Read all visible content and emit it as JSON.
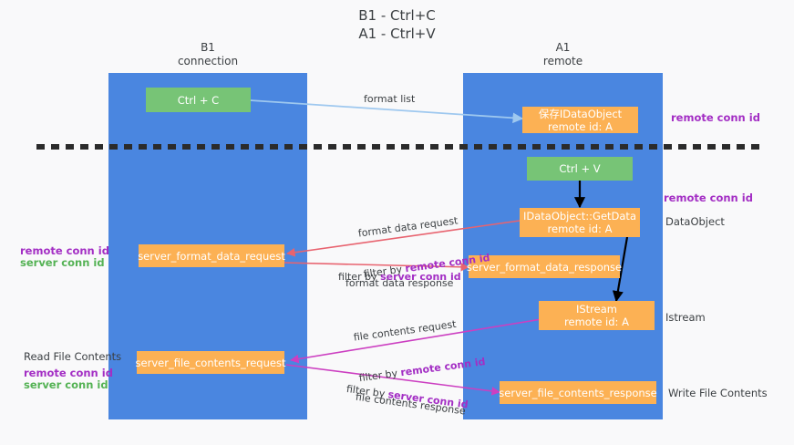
{
  "diagram": {
    "title": "B1 - Ctrl+C\nA1 - Ctrl+V",
    "columns": [
      {
        "id": "b1",
        "name": "B1",
        "role": "connection",
        "header": "B1\nconnection",
        "color": "#4a86e0"
      },
      {
        "id": "a1",
        "name": "A1",
        "role": "remote",
        "header": "A1\nremote",
        "color": "#4a86e0"
      }
    ],
    "colors": {
      "column_blue": "#4a86e0",
      "green_box": "#77c476",
      "orange_box": "#fcb154",
      "purple_key": "#a32ec4",
      "green_key": "#54b254",
      "arrow_blue": "#9ec8ef",
      "arrow_red": "#e8636f",
      "arrow_magenta": "#cc3fc1",
      "arrow_black": "#000000",
      "divider": "#2b2b2b",
      "background": "#f9f9fa",
      "text": "#3c4043"
    },
    "boxes": [
      {
        "id": "ctrl-c",
        "label": "Ctrl + C",
        "style": "green"
      },
      {
        "id": "save-idataobject",
        "label": "保存IDataObject\nremote id: A",
        "style": "orange"
      },
      {
        "id": "ctrl-v",
        "label": "Ctrl + V",
        "style": "green"
      },
      {
        "id": "idataobject-getdata",
        "label": "IDataObject::GetData\nremote id: A",
        "style": "orange"
      },
      {
        "id": "server-format-data-request",
        "label": "server_format_data_request",
        "style": "orange"
      },
      {
        "id": "server-format-data-response",
        "label": "server_format_data_response",
        "style": "orange"
      },
      {
        "id": "istream",
        "label": "IStream\nremote id: A",
        "style": "orange"
      },
      {
        "id": "server-file-contents-request",
        "label": "server_file_contents_request",
        "style": "orange"
      },
      {
        "id": "server-file-contents-response",
        "label": "server_file_contents_response",
        "style": "orange"
      }
    ],
    "annotations_right": [
      {
        "id": "ann-remote-conn-id-top",
        "text": "remote conn id",
        "color": "purple"
      },
      {
        "id": "ann-remote-conn-id-middle",
        "text": "remote conn id",
        "color": "purple"
      },
      {
        "id": "ann-dataobject",
        "text": "DataObject",
        "color": "dark"
      },
      {
        "id": "ann-istream",
        "text": "Istream",
        "color": "dark"
      },
      {
        "id": "ann-write-file-contents",
        "text": "Write File Contents",
        "color": "dark"
      }
    ],
    "annotations_left": [
      {
        "id": "ann-left-remote-conn-id",
        "text": "remote conn id",
        "color": "purple"
      },
      {
        "id": "ann-left-server-conn-id",
        "text": "server conn id",
        "color": "green"
      },
      {
        "id": "ann-read-file-contents",
        "text": "Read File Contents",
        "color": "dark"
      },
      {
        "id": "ann-left-remote-conn-id-bottom",
        "text": "remote conn id",
        "color": "purple"
      },
      {
        "id": "ann-left-server-conn-id-bottom",
        "text": "server conn id",
        "color": "green"
      }
    ],
    "edge_labels": {
      "format_list": "format list",
      "format_data_request": "format data request",
      "format_data_request_filter_prefix": "filter by ",
      "format_data_request_filter_key": "remote conn id",
      "format_data_response": "format data response",
      "format_data_response_filter_prefix": "filter by ",
      "format_data_response_filter_key": "server conn id",
      "file_contents_request": "file contents request",
      "file_contents_request_filter_prefix": "filter by ",
      "file_contents_request_filter_key": "remote conn id",
      "file_contents_response": "file contents response",
      "file_contents_response_filter_prefix": "filter by ",
      "file_contents_response_filter_key": "server conn id"
    }
  }
}
